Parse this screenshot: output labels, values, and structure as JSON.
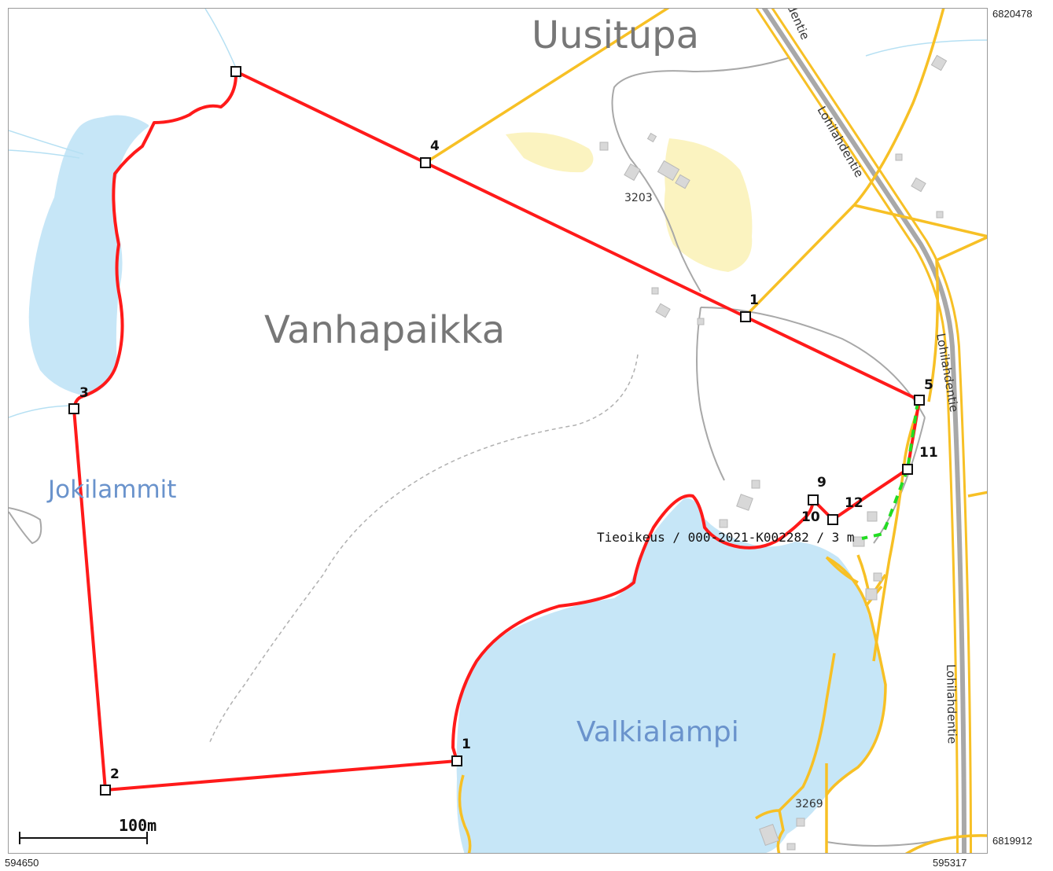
{
  "map": {
    "place_labels": {
      "uusitupa": "Uusitupa",
      "vanhapaikka": "Vanhapaikka"
    },
    "water_labels": {
      "jokilammit": "Jokilammit",
      "valkialampi": "Valkialampi"
    },
    "road_labels": {
      "top": "Lohilahdentie",
      "upper": "Lohilahdentie",
      "middle": "Lohilahdentie",
      "lower": "Lohilahdentie"
    },
    "building_numbers": {
      "b3203": "3203",
      "b3269": "3269"
    },
    "point_labels": {
      "p1_top": "1",
      "p1_bottom": "1",
      "p2": "2",
      "p3": "3",
      "p4": "4",
      "p5": "5",
      "p9": "9",
      "p10": "10",
      "p11": "11",
      "p12": "12"
    },
    "annotation": "Tieoikeus / 000-2021-K002282 / 3 m",
    "scale_bar": {
      "label": "100m"
    },
    "coordinates": {
      "north": "6820478",
      "south": "6819912",
      "west": "594650",
      "east": "595317"
    },
    "colors": {
      "boundary": "#ff1a1a",
      "road": "#f7c025",
      "water": "#c6e6f7",
      "field": "#fbf3c0",
      "easement": "#22dd22"
    }
  }
}
